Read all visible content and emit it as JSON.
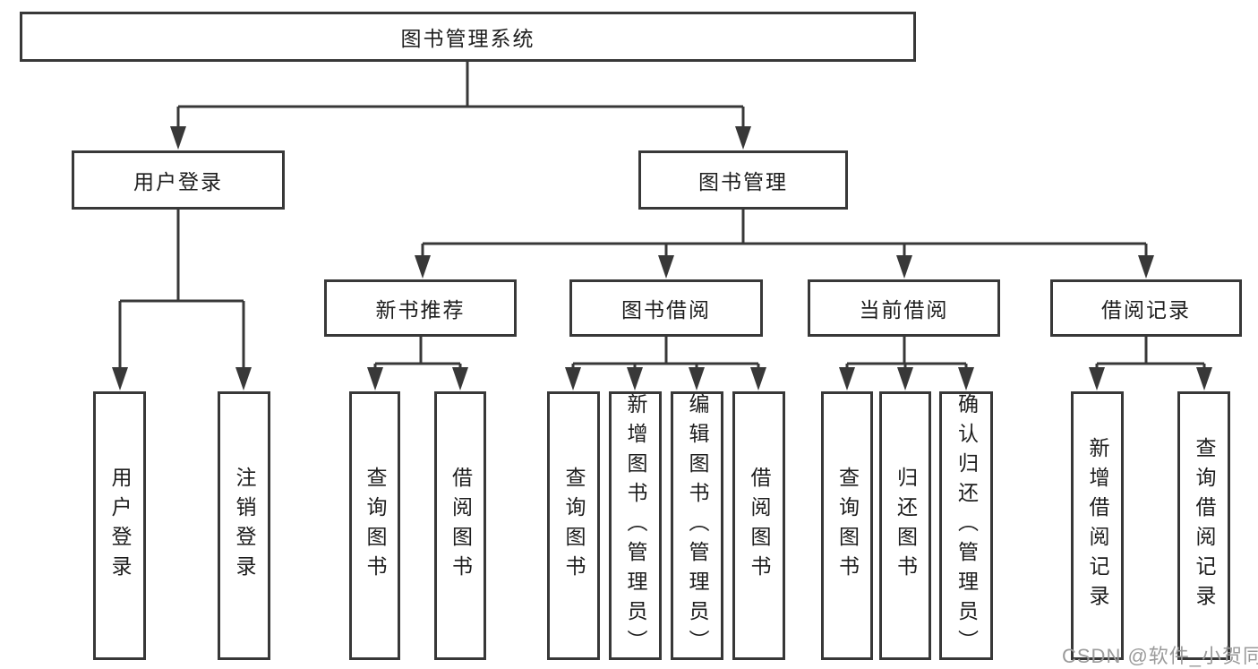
{
  "diagram_title": "图书管理系统",
  "tree": {
    "label": "图书管理系统",
    "children": [
      {
        "label": "用户登录",
        "children": [
          {
            "label": "用户登录"
          },
          {
            "label": "注销登录"
          }
        ]
      },
      {
        "label": "图书管理",
        "children": [
          {
            "label": "新书推荐",
            "children": [
              {
                "label": "查询图书"
              },
              {
                "label": "借阅图书"
              }
            ]
          },
          {
            "label": "图书借阅",
            "children": [
              {
                "label": "查询图书"
              },
              {
                "label": "新增图书（管理员）"
              },
              {
                "label": "编辑图书（管理员）"
              },
              {
                "label": "借阅图书"
              }
            ]
          },
          {
            "label": "当前借阅",
            "children": [
              {
                "label": "查询图书"
              },
              {
                "label": "归还图书"
              },
              {
                "label": "确认归还（管理员）"
              }
            ]
          },
          {
            "label": "借阅记录",
            "children": [
              {
                "label": "新增借阅记录"
              },
              {
                "label": "查询借阅记录"
              }
            ]
          }
        ]
      }
    ]
  },
  "watermark": "CSDN @软件_小贺同学",
  "colors": {
    "line": "#383838",
    "text": "#1d1d1d",
    "box_background": "#ffffff",
    "page_background": "#ffffff",
    "watermark": "#9b9b9b"
  }
}
